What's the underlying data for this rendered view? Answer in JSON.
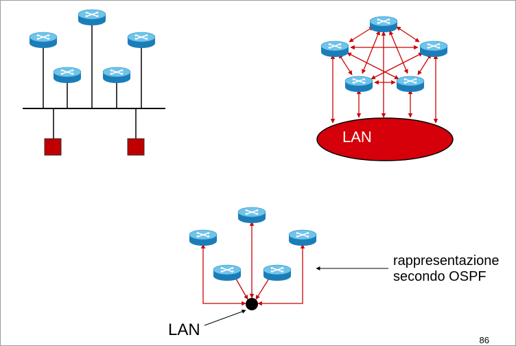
{
  "diagram": {
    "lan_label": "LAN",
    "lan_pointer_label": "LAN",
    "caption_line1": "rappresentazione",
    "caption_line2": "secondo OSPF",
    "page_number": "86"
  },
  "colors": {
    "router_top": "#6fc4ea",
    "router_side": "#1b7db8",
    "link_red": "#cc0000",
    "lan_fill": "#d6000a",
    "host_fill": "#c00000",
    "bus_line": "#000000"
  },
  "icons": {
    "router": "router-icon",
    "host": "host-square",
    "lan_node": "lan-node-dot"
  }
}
